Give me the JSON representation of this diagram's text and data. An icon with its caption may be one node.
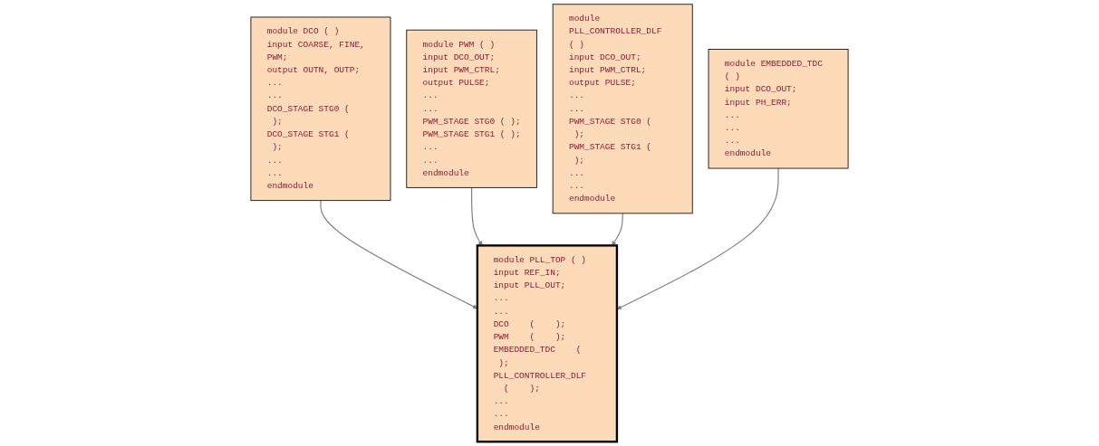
{
  "diagram": {
    "nodes": [
      {
        "text": [
          "module DCO ( )",
          "input COARSE, FINE, PWM;",
          "output OUTN, OUTP;",
          "...",
          "...",
          "DCO_STAGE STG0 (     );",
          "DCO_STAGE STG1 (     );",
          "...",
          "...",
          "endmodule"
        ]
      },
      {
        "text": [
          "module PWM ( )",
          "input DCO_OUT;",
          "input PWM_CTRL;",
          "output PULSE;",
          "...",
          "...",
          "PWM_STAGE STG0 (     );",
          "PWM_STAGE STG1 (     );",
          "...",
          "...",
          "endmodule"
        ]
      },
      {
        "text": [
          "module PLL_CONTROLLER_DLF ( )",
          "input DCO_OUT;",
          "input PWM_CTRL;",
          "output PULSE;",
          "...",
          "...",
          "PWM_STAGE STG0 (     );",
          "PWM_STAGE STG1 (     );",
          "...",
          "...",
          "endmodule"
        ]
      },
      {
        "text": [
          "module EMBEDDED_TDC ( )",
          "input DCO_OUT;",
          "input PH_ERR;",
          "...",
          "...",
          "...",
          "endmodule"
        ]
      },
      {
        "text": [
          "module PLL_TOP ( )",
          "input REF_IN;",
          "input PLL_OUT;",
          "...",
          "...",
          "DCO    (    );",
          "PWM    (    );",
          "EMBEDDED_TDC    (    );",
          "PLL_CONTROLLER_DLF    (    );",
          "...",
          "...",
          "endmodule"
        ]
      }
    ],
    "edges": [
      {
        "from": 0,
        "to": 4,
        "arrow": "to"
      },
      {
        "from": 1,
        "to": 4,
        "arrow": "to"
      },
      {
        "from": 2,
        "to": 4,
        "arrow": "to"
      },
      {
        "from": 3,
        "to": 4,
        "arrow": "to"
      }
    ]
  }
}
